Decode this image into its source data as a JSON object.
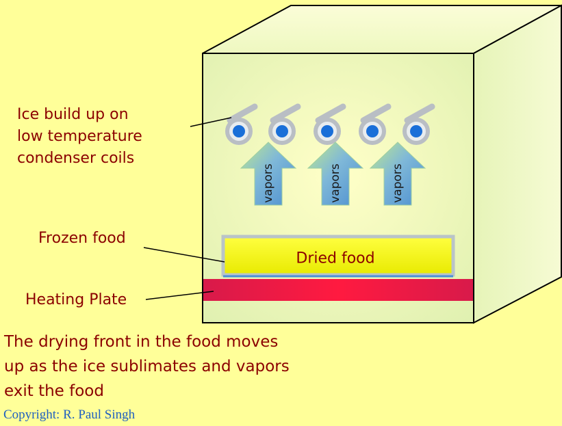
{
  "labels": {
    "ice_lines": [
      "Ice build up on",
      "low temperature",
      "condenser coils"
    ],
    "frozen_food": "Frozen food",
    "heating_plate": "Heating Plate",
    "dried_food": "Dried food",
    "vapors": [
      "vapors",
      "vapors",
      "vapors"
    ]
  },
  "caption_lines": [
    "The drying front in the food moves",
    "up as the ice sublimates and vapors",
    "exit the food"
  ],
  "copyright": "Copyright: R. Paul Singh",
  "colors": {
    "background": "#ffff99",
    "label_text": "#8b0000",
    "copyright_text": "#1f5fbf",
    "cabinet_face": "#eef8c0",
    "food": "#f2f200",
    "heating_plate": "#e8144a",
    "coil": "#1a6fd8"
  },
  "icons": [
    "condenser-coil-icon",
    "vapor-arrow-icon"
  ]
}
